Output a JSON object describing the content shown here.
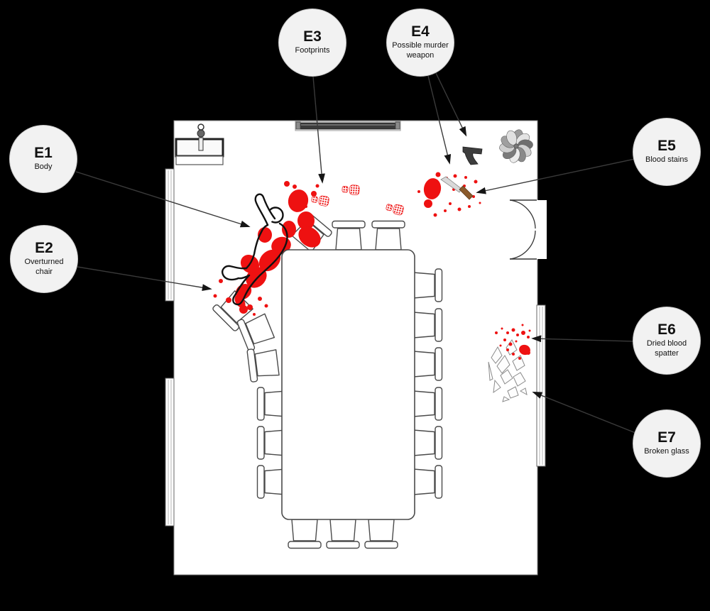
{
  "diagram": {
    "type": "crime-scene-floor-plan",
    "room": "dining room top-view floor plan on black background"
  },
  "colors": {
    "background": "#000000",
    "floor": "#ffffff",
    "blood": "#ee1111",
    "badge_fill": "#f2f2f2",
    "badge_border": "#c9c9c9",
    "arrow": "#3a3a3a",
    "body_outline": "#111111",
    "furniture_stroke": "#4a4a4a",
    "knife_blade": "#d9d9d9",
    "knife_handle": "#8a5a2b",
    "gun": "#3d3d3d"
  },
  "evidence": [
    {
      "code": "E1",
      "label": "Body"
    },
    {
      "code": "E2",
      "label": "Overturned chair"
    },
    {
      "code": "E3",
      "label": "Footprints"
    },
    {
      "code": "E4",
      "label": "Possible murder weapon"
    },
    {
      "code": "E5",
      "label": "Blood stains"
    },
    {
      "code": "E6",
      "label": "Dried blood spatter"
    },
    {
      "code": "E7",
      "label": "Broken glass"
    }
  ],
  "objects": [
    "victim-body-outline",
    "blood-pool",
    "bloody-footprints",
    "handgun",
    "knife",
    "blood-stains",
    "dried-blood-spatter",
    "broken-glass",
    "dining-table",
    "chairs",
    "overturned-chairs",
    "sink",
    "wall-shelf",
    "potted-plant",
    "double-door",
    "windows"
  ]
}
